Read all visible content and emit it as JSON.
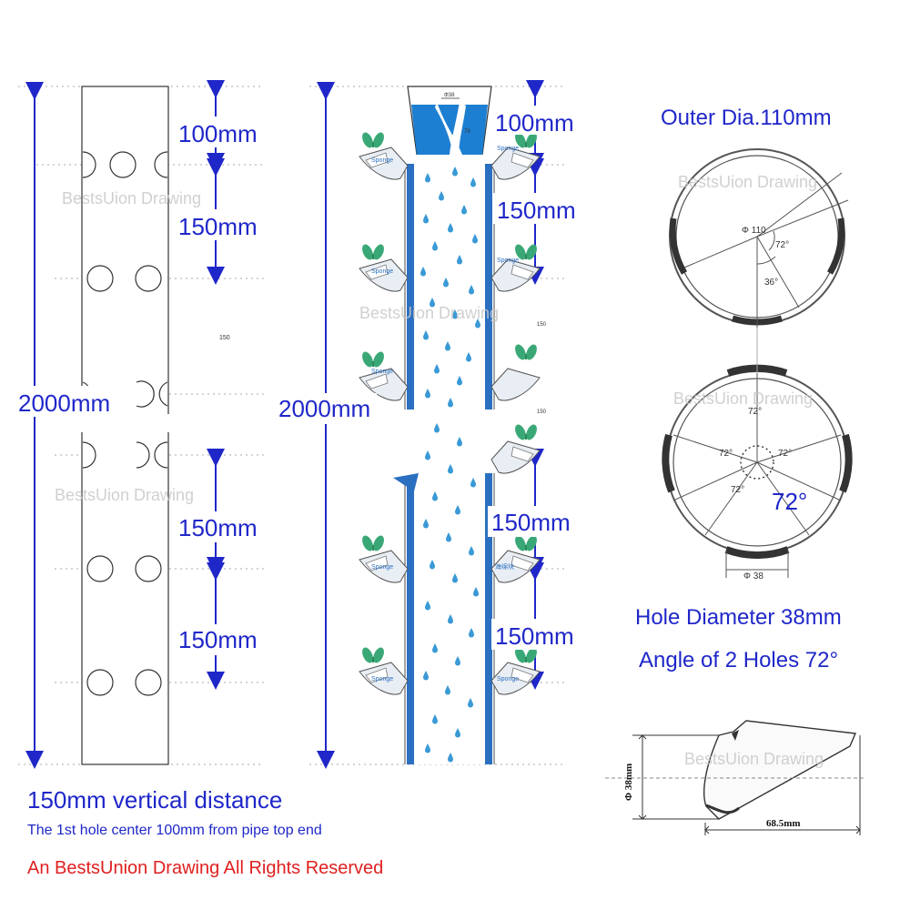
{
  "watermark": "BestsUion Drawing",
  "left_pipe": {
    "dim_top": "100mm",
    "dim_second": "150mm",
    "dim_total": "2000mm",
    "dim_lower_1": "150mm",
    "dim_lower_2": "150mm",
    "small_label": "150"
  },
  "middle_tower": {
    "dim_top": "100mm",
    "dim_second": "150mm",
    "dim_total": "2000mm",
    "dim_lower_1": "150mm",
    "dim_lower_2": "150mm",
    "small_label": "150",
    "small_label_2": "150",
    "sponge_label": "Sponge",
    "sponge_label_cn": "海绵块",
    "cup_dim": "Φ38",
    "cup_height": "79"
  },
  "cross_section_top": {
    "title": "Outer Dia.110mm",
    "phi_label": "Φ 110",
    "angle_a": "72°",
    "angle_b": "36°"
  },
  "cross_section_bottom": {
    "angles": [
      "72°",
      "72°",
      "72°",
      "72°"
    ],
    "big_angle": "72°",
    "hole_dim": "Φ 38"
  },
  "specs": {
    "hole_diameter": "Hole Diameter 38mm",
    "hole_angle": "Angle of 2 Holes 72°"
  },
  "cup_detail": {
    "height_dim": "Φ 38mm",
    "length_dim": "68.5mm"
  },
  "footer": {
    "vertical_distance": "150mm vertical distance",
    "first_hole_note": "The 1st hole center 100mm from pipe top end",
    "rights": "An BestsUnion Drawing All Rights Reserved"
  },
  "colors": {
    "text_blue": "#1f27c9",
    "water_blue": "#2a6fc0",
    "leaf_green": "#3aa876",
    "rights_red": "#e02020"
  }
}
